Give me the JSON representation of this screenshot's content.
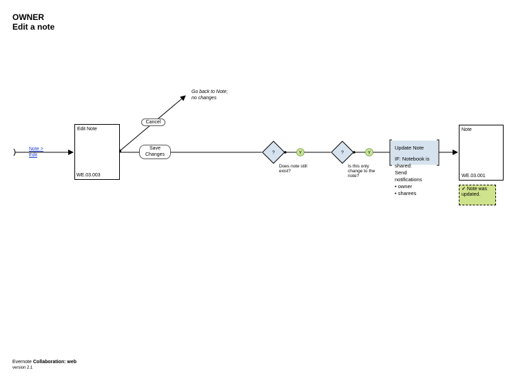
{
  "header": {
    "role": "OWNER",
    "title": "Edit a note"
  },
  "start_link": {
    "line1": "Note >",
    "line2": "Edit"
  },
  "edit_note": {
    "title": "Edit Note",
    "id": "WE.03.003"
  },
  "cancel": {
    "label": "Cancel",
    "target_line1": "Go back to Note;",
    "target_line2": "no changes"
  },
  "save": {
    "line1": "Save",
    "line2": "Changes"
  },
  "decision1": {
    "symbol": "?",
    "yes": "Y",
    "label_line1": "Does note still",
    "label_line2": "exist?"
  },
  "decision2": {
    "symbol": "?",
    "yes": "Y",
    "label_line1": "Is this only",
    "label_line2": "change to the",
    "label_line3": "note?"
  },
  "update_note": {
    "title": "Update Note",
    "lines": [
      "IF: Notebook is",
      "shared:",
      "Send",
      "notifications",
      "• owner",
      "• sharees"
    ]
  },
  "note": {
    "title": "Note",
    "id": "WE.03.001"
  },
  "badge": {
    "check": "✓",
    "line1": "Note was",
    "line2": "updated."
  },
  "footer": {
    "brand": "Evernote",
    "product": "Collaboration: web",
    "version": "version 2.1"
  },
  "colors": {
    "decision_fill": "#d6e3ef",
    "yes_fill": "#c8e39a",
    "badge_fill": "#cfe28c",
    "link": "#1f3fd6"
  }
}
